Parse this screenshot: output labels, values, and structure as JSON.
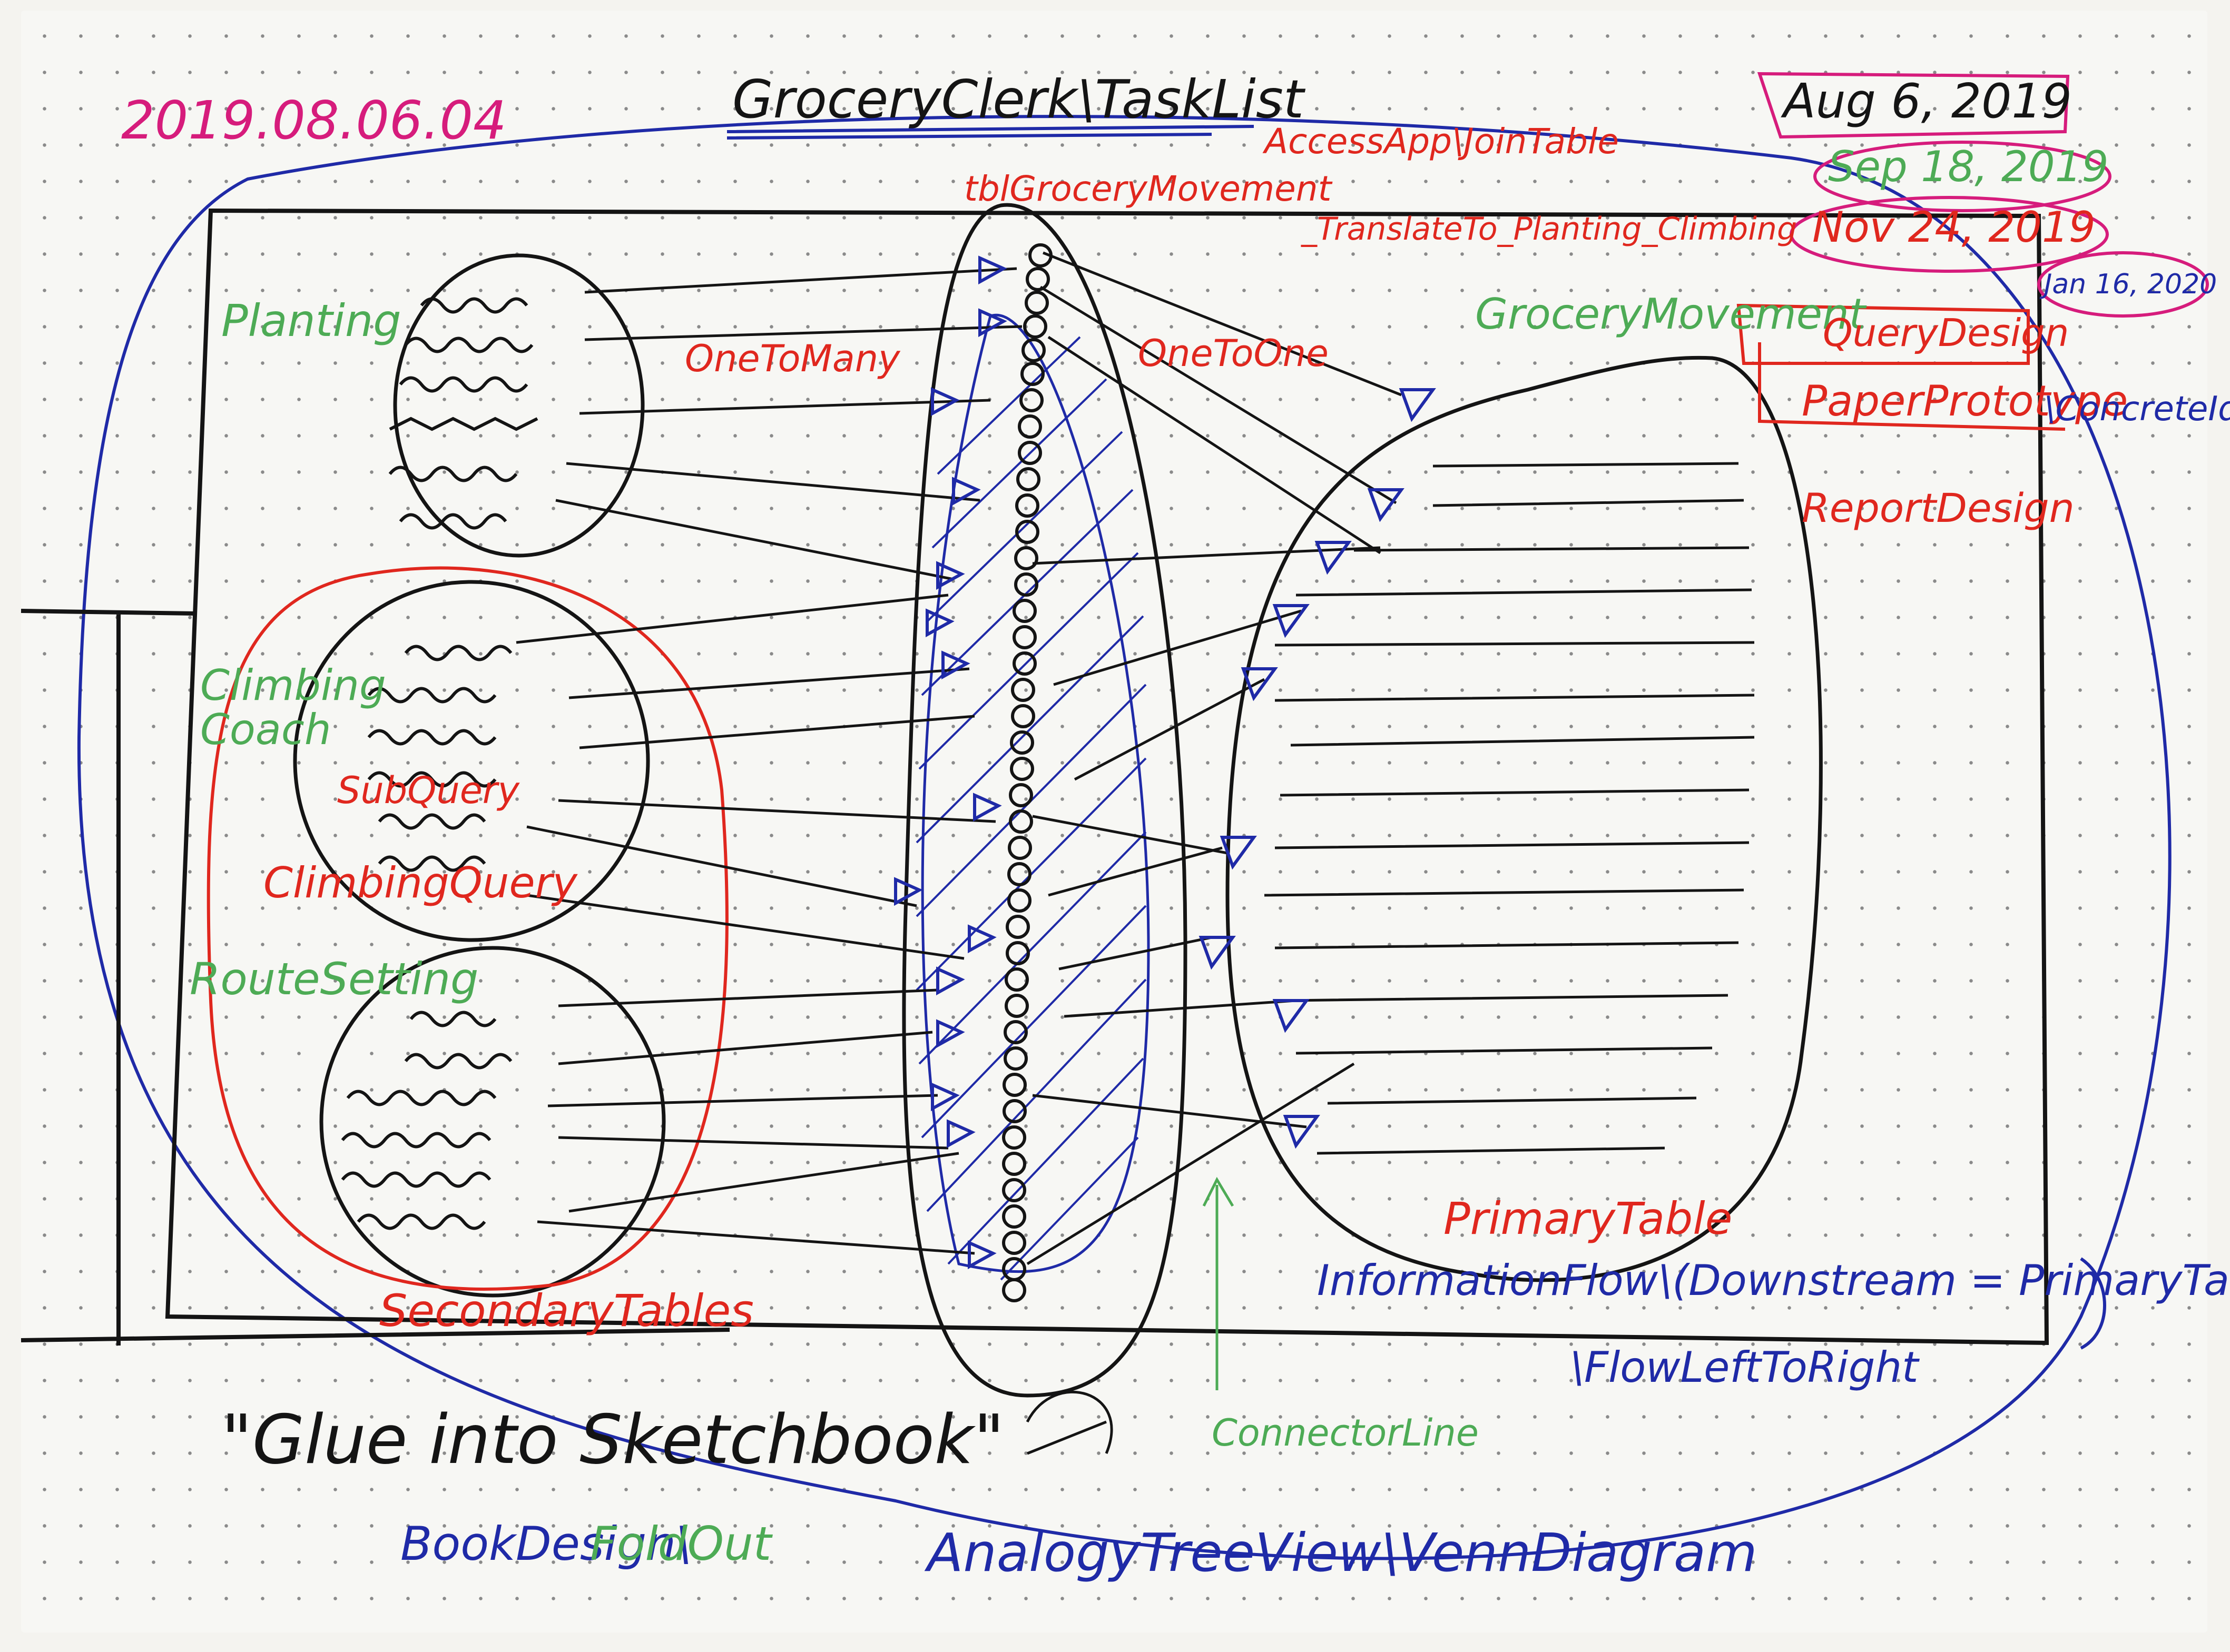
{
  "header": {
    "id_stamp": "2019.08.06.04",
    "title": "GroceryClerk\\TaskList",
    "subtitle": "AccessApp\\JoinTable",
    "table_name": "tblGroceryMovement",
    "translate_note": "_TranslateTo_Planting_Climbing"
  },
  "dates": {
    "date1": "Aug 6, 2019",
    "date2": "Sep 18, 2019",
    "date3": "Nov 24, 2019",
    "date4": "Jan 16, 2020"
  },
  "right_labels": {
    "grocery_movement": "GroceryMovement",
    "query_design": "QueryDesign",
    "paper_prototype": "PaperPrototype",
    "concrete_idea": "\\ConcreteIdea",
    "report_design": "ReportDesign"
  },
  "left_labels": {
    "planting": "Planting",
    "one_to_many": "OneToMany",
    "one_to_one": "OneToOne",
    "climbing_coach": "Climbing Coach",
    "sub_query": "SubQuery",
    "climbing_query": "ClimbingQuery",
    "route_setting": "RouteSetting",
    "secondary_tables": "SecondaryTables"
  },
  "bottom_labels": {
    "primary_table": "PrimaryTable",
    "information_flow": "InformationFlow\\(Downstream = PrimaryTable)",
    "flow_left_to_right": "\\FlowLeftToRight",
    "connector_line": "ConnectorLine",
    "glue_note": "\"Glue into Sketchbook\"",
    "book_design": "BookDesign\\",
    "fold_out": "FoldOut",
    "analogy": "AnalogyTreeView\\VennDiagram"
  },
  "colors": {
    "ink_black": "#141414",
    "ink_red": "#e0271e",
    "ink_green": "#4dab55",
    "ink_blue": "#1f2aa7",
    "ink_magenta": "#d61c7c"
  }
}
